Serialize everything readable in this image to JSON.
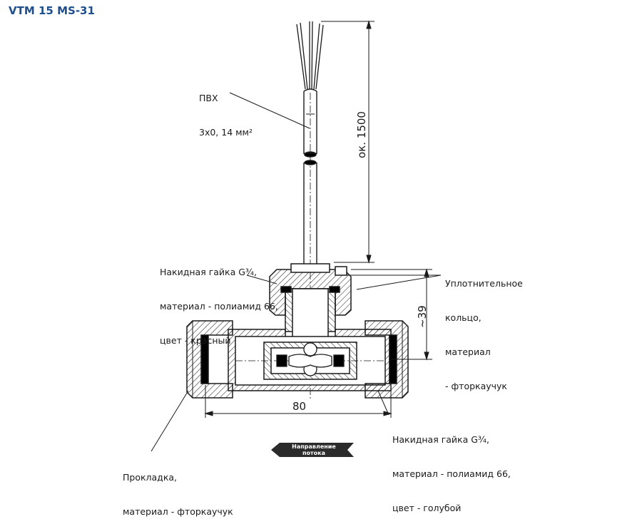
{
  "title": "VTM 15 MS-31",
  "labels": {
    "cable": [
      "ПВХ",
      "3х0, 14 мм²"
    ],
    "nut_top": [
      "Накидная гайка G¾,",
      "материал - полиамид 66,",
      "цвет - красный"
    ],
    "seal_ring": [
      "Уплотнительное",
      "кольцо,",
      "материал",
      "- фторкаучук"
    ],
    "nut_right": [
      "Накидная гайка G¾,",
      "материал - полиамид 66,",
      "цвет - голубой"
    ],
    "gasket": [
      "Прокладка,",
      "материал - фторкаучук"
    ]
  },
  "dimensions": {
    "cable_length": "ок. 1500",
    "height": "~39",
    "width": "80"
  },
  "flow_arrow": [
    "Направление",
    "потока"
  ]
}
